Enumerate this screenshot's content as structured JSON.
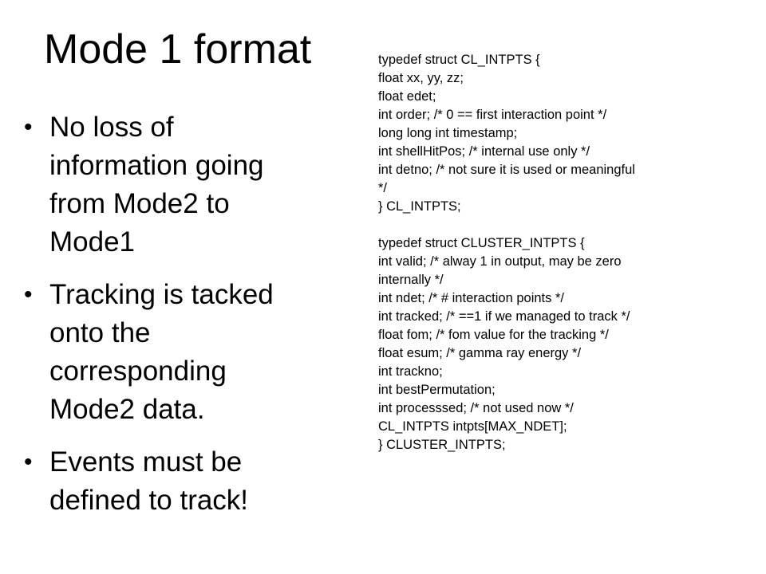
{
  "slide": {
    "title": "Mode 1 format",
    "bullets": [
      {
        "lines": [
          "No loss of",
          "information going",
          "from Mode2 to",
          "Mode1"
        ]
      },
      {
        "lines": [
          "Tracking is tacked",
          "onto the",
          "corresponding",
          "Mode2 data."
        ]
      },
      {
        "lines": [
          "Events must be",
          "defined to track!"
        ]
      }
    ],
    "bullet_glyph": "•",
    "code_block_1": [
      "typedef struct CL_INTPTS {",
      "float xx, yy, zz;",
      "float edet;",
      "int order; /* 0 == first interaction point */",
      "long long int timestamp;",
      "int shellHitPos; /* internal use only */",
      "int detno; /* not sure it is used or meaningful",
      "*/",
      "} CL_INTPTS;"
    ],
    "code_block_2": [
      "typedef struct CLUSTER_INTPTS {",
      "int valid; /* alway 1 in output, may be zero",
      "internally */",
      "int ndet; /* # interaction points */",
      "int tracked; /* ==1 if we managed to track */",
      "float fom; /* fom value for the tracking */",
      "float esum; /* gamma ray energy */",
      "int trackno;",
      "int bestPermutation;",
      "int processsed; /* not used now */",
      "CL_INTPTS intpts[MAX_NDET];",
      "} CLUSTER_INTPTS;"
    ]
  }
}
